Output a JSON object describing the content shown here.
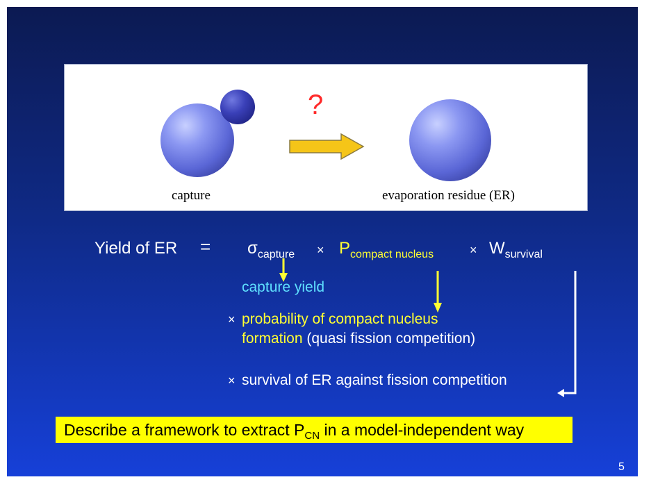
{
  "figure": {
    "question_mark": "?",
    "capture_label": "capture",
    "er_label": "evaporation residue (ER)",
    "colors": {
      "arrow_fill": "#f5c518",
      "question_mark": "#ff2a2a"
    }
  },
  "equation": {
    "lhs": "Yield of ER",
    "equals": "=",
    "sigma_symbol": "σ",
    "sigma_sub": "capture",
    "times": "×",
    "p_symbol": "P",
    "p_sub": "compact nucleus",
    "w_symbol": "W",
    "w_sub": "survival"
  },
  "explanations": {
    "capture_yield": "capture yield",
    "times": "×",
    "prob_line1": "probability of compact nucleus",
    "prob_line2_yellow": "formation",
    "prob_line2_white": " (quasi fission competition)",
    "survival": "survival of ER against fission competition"
  },
  "banner": {
    "pre": "Describe a framework to extract P",
    "sub": "CN",
    "post": " in a model-independent way"
  },
  "slide_number": "5",
  "colors": {
    "cyan": "#5fe0ff",
    "yellow": "#ffff33",
    "banner_bg": "#ffff00"
  }
}
